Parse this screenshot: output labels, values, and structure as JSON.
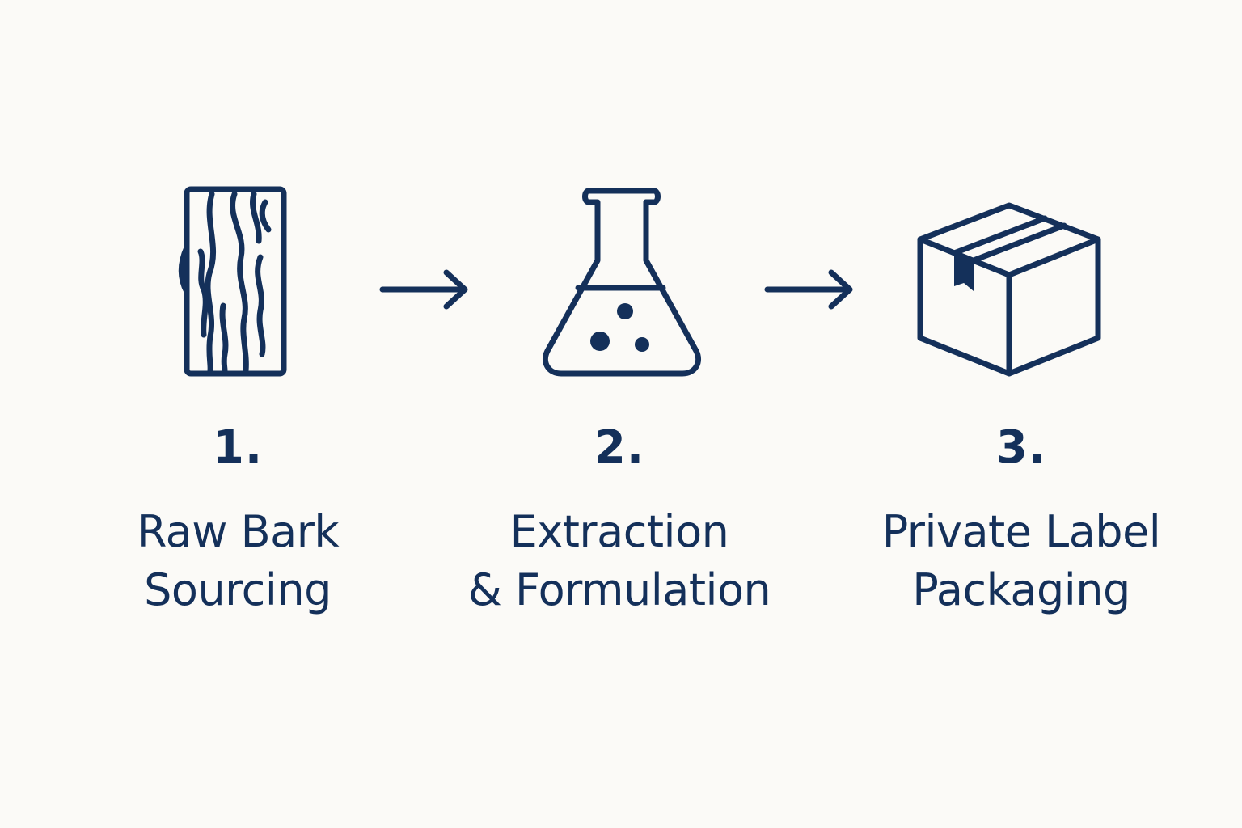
{
  "colors": {
    "background": "#fbfaf7",
    "ink": "#14305a"
  },
  "steps": [
    {
      "number": "1.",
      "label_line1": "Raw Bark",
      "label_line2": "Sourcing",
      "icon": "bark-plank-icon"
    },
    {
      "number": "2.",
      "label_line1": "Extraction",
      "label_line2": "& Formulation",
      "icon": "lab-flask-icon"
    },
    {
      "number": "3.",
      "label_line1": "Private Label",
      "label_line2": "Packaging",
      "icon": "shipping-box-icon"
    }
  ],
  "connectors": [
    {
      "icon": "arrow-right-icon"
    },
    {
      "icon": "arrow-right-icon"
    }
  ]
}
